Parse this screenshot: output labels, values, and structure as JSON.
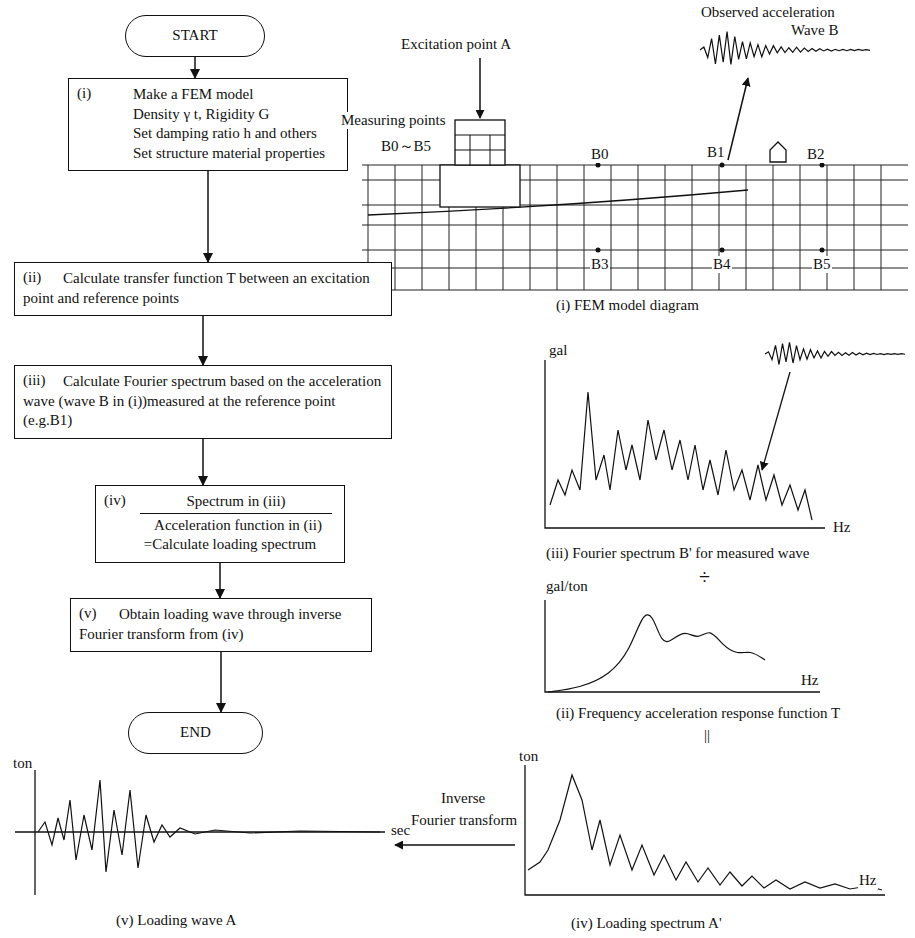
{
  "diagram": {
    "nodes": [
      {
        "text": [
          "START"
        ]
      },
      {
        "text": [
          "(i)",
          "Make a FEM model",
          "Density γ t,   Rigidity G",
          "Set damping ratio h and others",
          "Set structure material properties"
        ]
      },
      {
        "text": [
          "(ii)",
          "Calculate transfer function T between an excitation point and reference points"
        ]
      },
      {
        "text": [
          "(iii)",
          "Calculate Fourier spectrum based on the acceleration wave (wave B in (i))measured at the reference point (e.g.B1)"
        ]
      },
      {
        "text": [
          "(iv)",
          "Spectrum in (iii)",
          "Acceleration function in (ii)",
          "=Calculate loading spectrum"
        ]
      },
      {
        "text": [
          "(v)",
          "Obtain loading wave through inverse Fourier transform from (iv)"
        ]
      },
      {
        "text": [
          "END"
        ]
      }
    ],
    "edges": [
      {
        "from": 0,
        "to": 1,
        "arrow": "to"
      },
      {
        "from": 1,
        "to": 2,
        "arrow": "to"
      },
      {
        "from": 2,
        "to": 3,
        "arrow": "to"
      },
      {
        "from": 3,
        "to": 4,
        "arrow": "to"
      },
      {
        "from": 4,
        "to": 5,
        "arrow": "to"
      },
      {
        "from": 5,
        "to": 6,
        "arrow": "to"
      }
    ],
    "labels": [
      "Observed acceleration",
      "Wave B",
      "Excitation point A",
      "Measuring points",
      "B0～B5",
      "B0",
      "B1",
      "B2",
      "B3",
      "B4",
      "B5",
      "(i) FEM model diagram",
      "gal",
      "Hz",
      "(iii) Fourier spectrum B' for measured wave",
      "gal/ton",
      "÷",
      "Hz",
      "(ii) Frequency acceleration response function T",
      "||",
      "ton",
      "Hz",
      "(iv) Loading spectrum A'",
      "Inverse",
      "Fourier transform",
      "ton",
      "sec",
      "(v) Loading wave A"
    ]
  }
}
